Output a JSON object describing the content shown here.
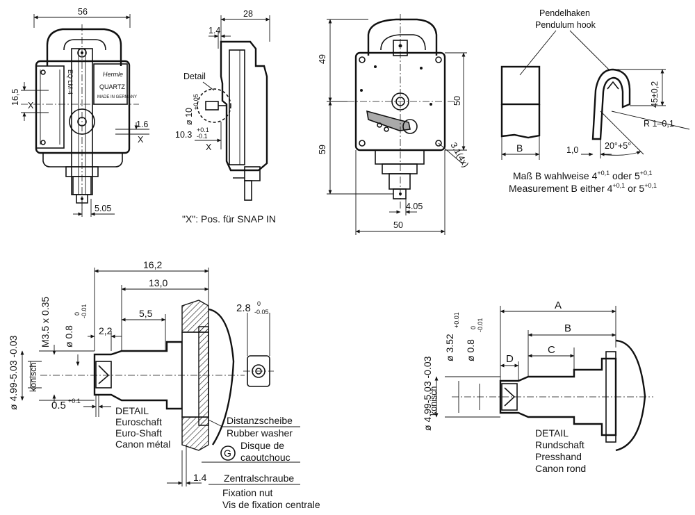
{
  "top_left": {
    "width": "56",
    "height_16_5": "16,5",
    "x_left": "X",
    "offset_1_6": "1.6",
    "x_right": "X",
    "offset_5_05": "5.05",
    "logo_text": "Hermle",
    "brand_sub": "QUARTZ",
    "made_in": "MADE IN GERMANY",
    "model_text": "EQ LM-4"
  },
  "side_view": {
    "depth": "28",
    "dim_1_4": "1.4",
    "detail_label": "Detail",
    "dia_10": "ø 10",
    "tol_10": "+0,05",
    "dim_10_3": "10.3",
    "tol_10_3_up": "+0.1",
    "tol_10_3_lo": "-0.1",
    "x_mark": "X",
    "caption": "\"X\": Pos. für SNAP IN"
  },
  "rear_view": {
    "h49": "49",
    "h59": "59",
    "h50": "50",
    "w50": "50",
    "dim_4_05": "4.05",
    "holes": "3.1(4x)"
  },
  "hook": {
    "title_de": "Pendelhaken",
    "title_en": "Pendulum hook",
    "label_b": "B",
    "dim_1_0": "1,0",
    "angle": "20°+5°",
    "radius": "R 1–0,1",
    "height": "45±0,2",
    "note_de_a": "Maß B wahlweise 4",
    "note_de_sup1": "+0,1",
    "note_de_b": " oder 5",
    "note_de_sup2": "+0,1",
    "note_en_a": "Measurement B either 4",
    "note_en_sup1": "+0,1",
    "note_en_b": " or 5",
    "note_en_sup2": "+0,1"
  },
  "euro_shaft": {
    "d16_2": "16,2",
    "d13_0": "13,0",
    "d5_5": "5,5",
    "d2_2": "2,2",
    "dia_main": "ø 4.99-5.03 -0.03",
    "thread": "M3.5 x 0.35",
    "dia_08": "ø 0.8",
    "tol_08_up": "0",
    "tol_08_lo": "-0.01",
    "conical": "konisch",
    "d0_5": "0.5",
    "tol_0_5": "+0.1",
    "dim_2_8": "2.8",
    "tol_2_8_up": "0",
    "tol_2_8_lo": "-0.05",
    "detail_lines": [
      "DETAIL",
      "Euroschaft",
      "Euro-Shaft",
      "Canon métal"
    ],
    "washer_de": "Distanzscheibe",
    "washer_en": "Rubber washer",
    "g_mark": "G",
    "washer_fr1": "Disque de",
    "washer_fr2": "caoutchouc",
    "d1_4": "1.4",
    "nut_de": "Zentralschraube",
    "nut_en": "Fixation nut",
    "nut_fr": "Vis de fixation centrale"
  },
  "round_shaft": {
    "dia_main": "ø 4.99-5.03 -0.03",
    "dia_352": "ø 3.52",
    "tol_352": "+0.01",
    "dia_08": "ø 0.8",
    "tol_08_up": "0",
    "tol_08_lo": "-0.01",
    "conical": "konisch",
    "dim_a": "A",
    "dim_b": "B",
    "dim_c": "C",
    "dim_d": "D",
    "detail_lines": [
      "DETAIL",
      "Rundschaft",
      "Presshand",
      "Canon rond"
    ]
  }
}
